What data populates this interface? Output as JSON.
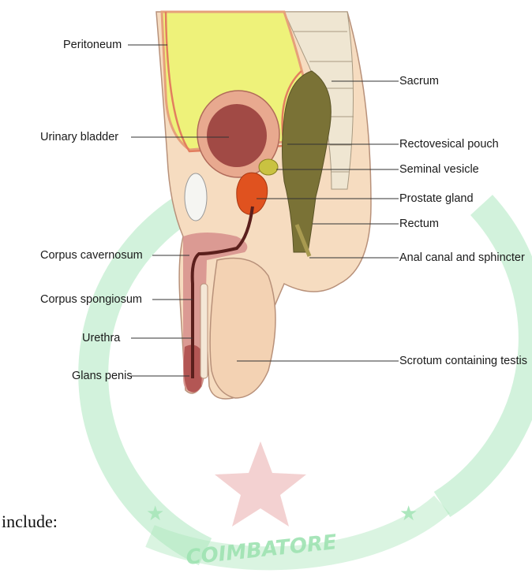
{
  "figure": {
    "labels_left": {
      "peritoneum": "Peritoneum",
      "urinary_bladder": "Urinary bladder",
      "corpus_cavernosum": "Corpus cavernosum",
      "corpus_spongiosum": "Corpus spongiosum",
      "urethra": "Urethra",
      "glans_penis": "Glans penis"
    },
    "labels_right": {
      "sacrum": "Sacrum",
      "rectovesical_pouch": "Rectovesical pouch",
      "seminal_vesicle": "Seminal vesicle",
      "prostate_gland": "Prostate gland",
      "rectum": "Rectum",
      "anal_canal": "Anal canal and sphincter",
      "scrotum": "Scrotum containing testis"
    }
  },
  "watermark": {
    "text": "COIMBATORE",
    "color": "#7fd89a"
  },
  "page_text": {
    "fragment": "include:"
  },
  "colors": {
    "bladder_fill": "#eef27a",
    "skin": "#f6dcc0",
    "bladder": "#a14a45",
    "prostate": "#e0521f",
    "seminal_vesicle": "#c9c241",
    "rectum": "#7a7236",
    "penile_tissue": "#d68e8b"
  }
}
